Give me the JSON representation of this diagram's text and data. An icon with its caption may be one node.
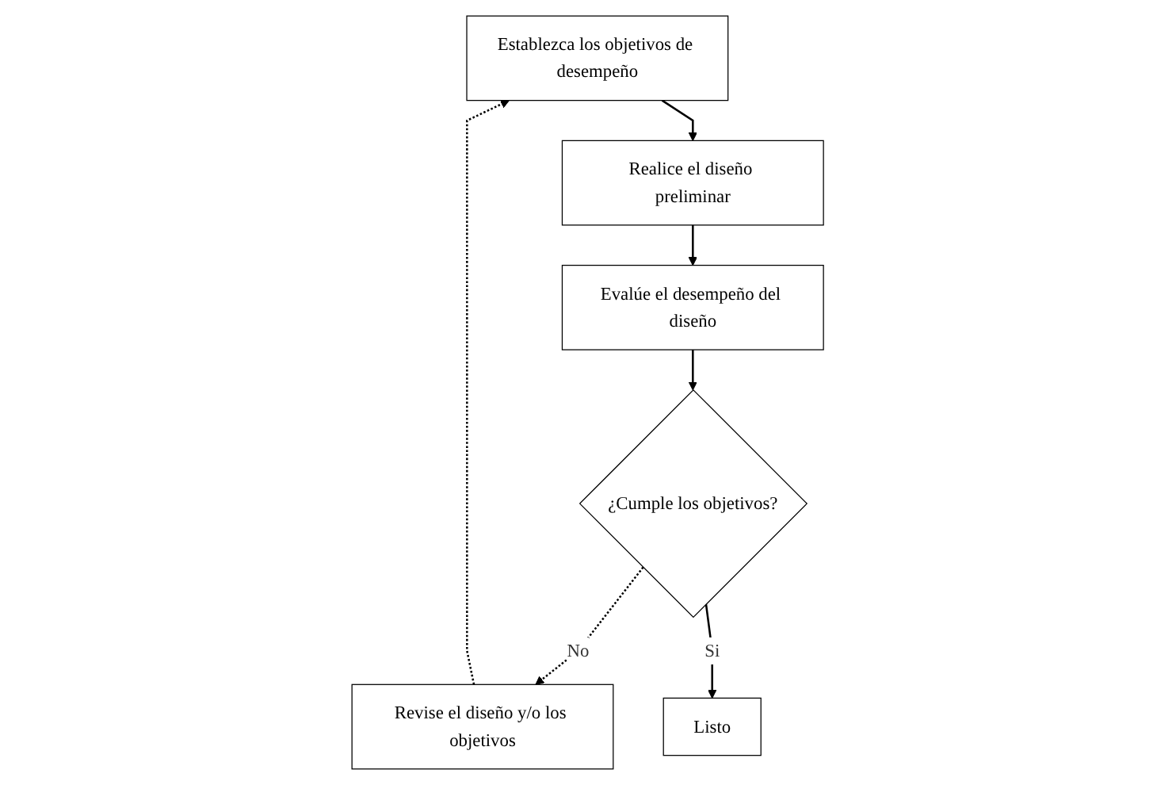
{
  "diagram": {
    "nodes": [
      {
        "text": [
          "Establezca los objetivos de desempeño"
        ]
      },
      {
        "text": [
          "Realice el diseño preliminar"
        ]
      },
      {
        "text": [
          "Evalúe el desempeño del diseño"
        ]
      },
      {
        "text": [
          "¿Cumple los objetivos?"
        ]
      },
      {
        "text": [
          "Revise el diseño y/o los objetivos"
        ]
      },
      {
        "text": [
          "Listo"
        ]
      }
    ],
    "edges": [
      {
        "from": 0,
        "to": 1,
        "arrow": "to"
      },
      {
        "from": 1,
        "to": 2,
        "arrow": "to"
      },
      {
        "from": 2,
        "to": 3,
        "arrow": "to"
      },
      {
        "from": 3,
        "to": 4,
        "arrow": "to",
        "label": "No",
        "style": "dashed"
      },
      {
        "from": 4,
        "to": 0,
        "arrow": "to",
        "style": "dashed"
      },
      {
        "from": 3,
        "to": 5,
        "arrow": "to",
        "label": "Si"
      }
    ]
  }
}
